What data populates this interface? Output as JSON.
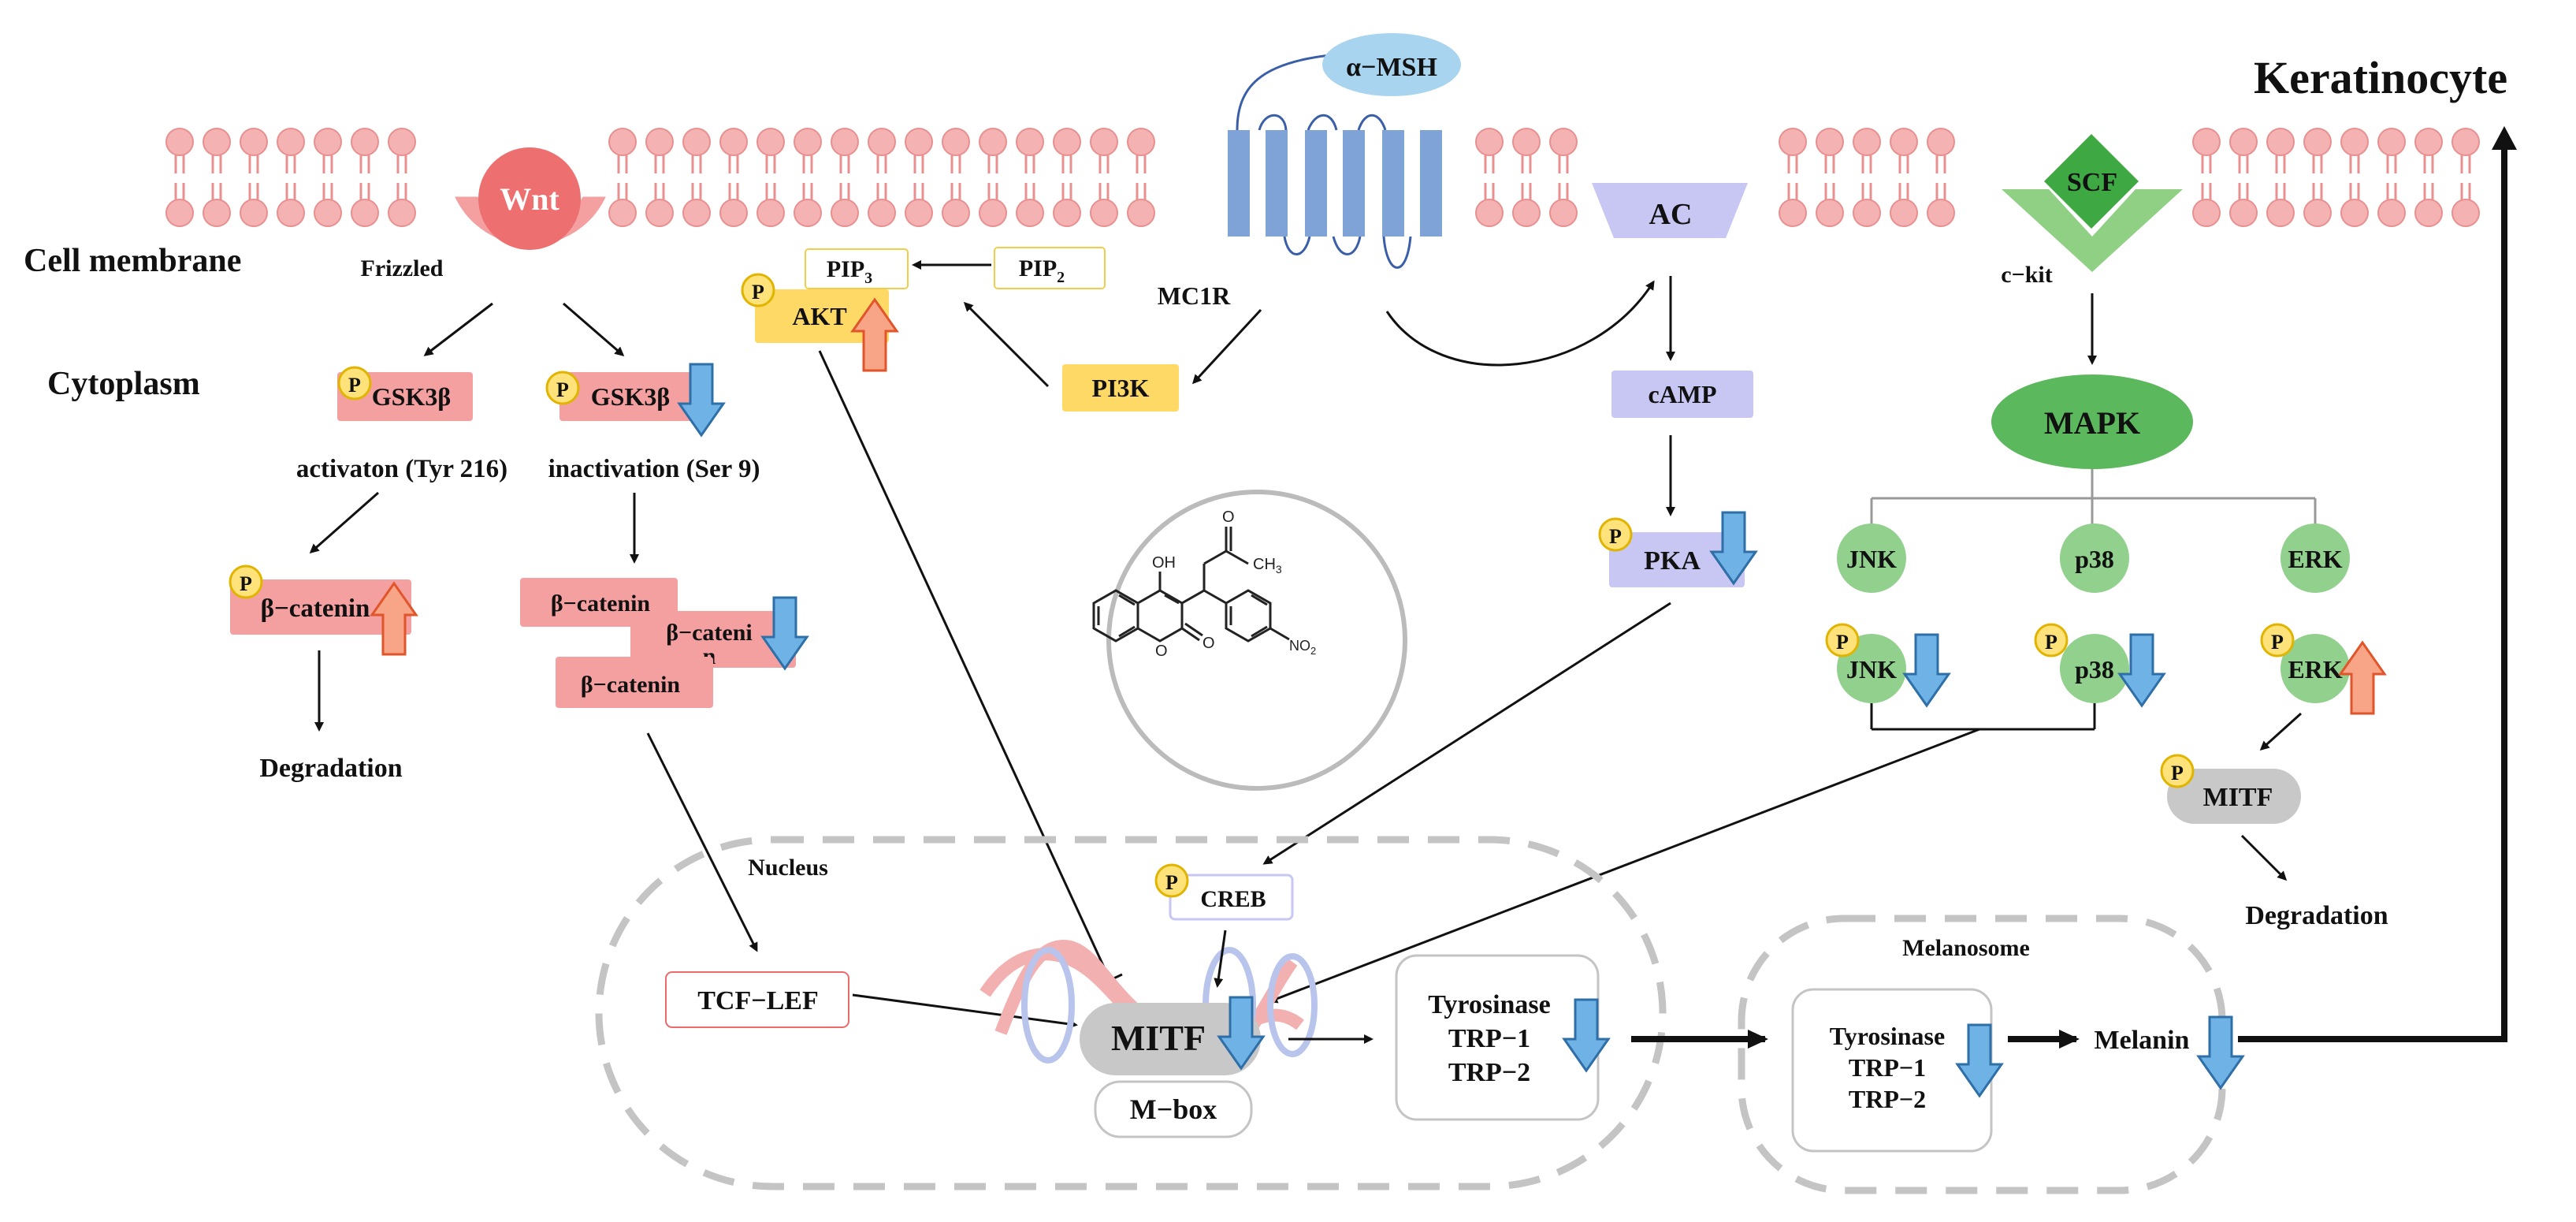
{
  "labels": {
    "cell_membrane": "Cell membrane",
    "cytoplasm": "Cytoplasm",
    "keratinocyte": "Keratinocyte",
    "nucleus": "Nucleus",
    "melanosome": "Melanosome"
  },
  "wnt_pathway": {
    "wnt": "Wnt",
    "frizzled": "Frizzled",
    "gsk3b_left": "GSK3β",
    "gsk3b_right": "GSK3β",
    "activation": "activaton (Tyr 216)",
    "inactivation": "inactivation (Ser 9)",
    "beta_catenin_left": "β−catenin",
    "beta_catenin_stack_1": "β−catenin",
    "beta_catenin_stack_2a": "β−cateni",
    "beta_catenin_stack_2b": "n",
    "beta_catenin_stack_3": "β−catenin",
    "degradation": "Degradation",
    "tcf_lef": "TCF−LEF"
  },
  "pi3k_pathway": {
    "pip3_main": "PIP",
    "pip3_sub": "3",
    "pip2_main": "PIP",
    "pip2_sub": "2",
    "akt": "AKT",
    "pi3k": "PI3K"
  },
  "receptor": {
    "alpha_msh": "α−MSH",
    "mc1r": "MC1R"
  },
  "camp_pathway": {
    "ac": "AC",
    "camp": "cAMP",
    "pka": "PKA",
    "creb": "CREB"
  },
  "mapk_pathway": {
    "scf": "SCF",
    "ckit": "c−kit",
    "mapk": "MAPK",
    "jnk": "JNK",
    "p38": "p38",
    "erk": "ERK",
    "jnk_p": "JNK",
    "p38_p": "p38",
    "erk_p": "ERK",
    "mitf": "MITF",
    "degradation": "Degradation"
  },
  "nucleus_content": {
    "mitf": "MITF",
    "mbox": "M−box",
    "genes": [
      "Tyrosinase",
      "TRP−1",
      "TRP−2"
    ]
  },
  "melanosome_content": {
    "genes": [
      "Tyrosinase",
      "TRP−1",
      "TRP−2"
    ],
    "melanin": "Melanin"
  },
  "compound": {
    "oh": "OH",
    "ch3_main": "CH",
    "ch3_sub": "3",
    "o_ketone": "O",
    "o_ring": "O",
    "o_lactone": "O",
    "no2_main": "NO",
    "no2_sub": "2"
  },
  "phospho_marker": "P",
  "colors": {
    "lipid": "#f4a7a7",
    "wnt_red": "#ee6a6a",
    "pink_box": "#f5a0a0",
    "receptor_blue": "#7fa3d6",
    "ac_purple": "#c8c6f2",
    "mapk_green": "#5cb85c",
    "mapk_light_green": "#92d08d",
    "yellow": "#ffd966",
    "arrow_down_blue": "#6aaee0",
    "arrow_up_orange": "#f58a6a",
    "gray": "#c8c8c8"
  }
}
